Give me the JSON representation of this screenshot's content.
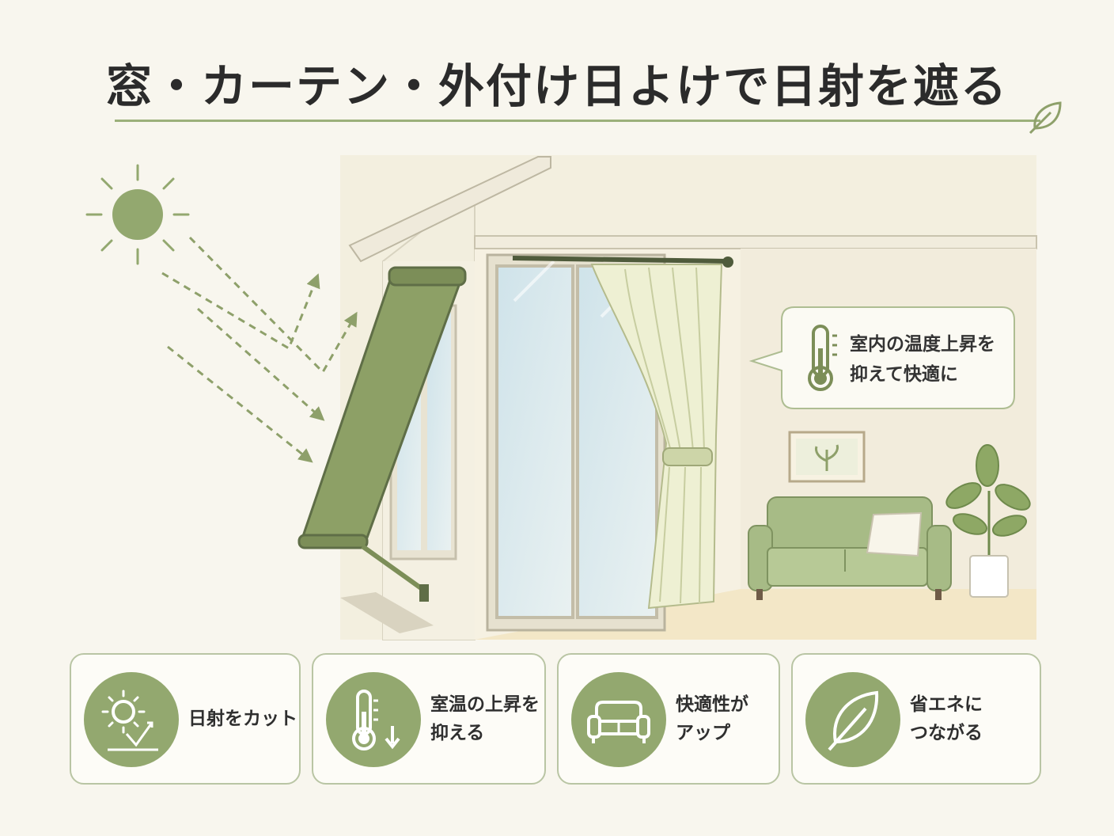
{
  "title": "窓・カーテン・外付け日よけで日射を遮る",
  "callout": {
    "line1": "室内の温度上昇を",
    "line2": "抑えて快適に"
  },
  "benefits": [
    {
      "icon": "sun-cut-icon",
      "line1": "日射をカット",
      "line2": ""
    },
    {
      "icon": "thermometer-down-icon",
      "line1": "室温の上昇を",
      "line2": "抑える"
    },
    {
      "icon": "sofa-icon",
      "line1": "快適性が",
      "line2": "アップ"
    },
    {
      "icon": "leaf-icon",
      "line1": "省エネに",
      "line2": "つながる"
    }
  ],
  "colors": {
    "accent": "#93a86f",
    "accent_dark": "#6f7f52",
    "background": "#f8f6ee"
  }
}
